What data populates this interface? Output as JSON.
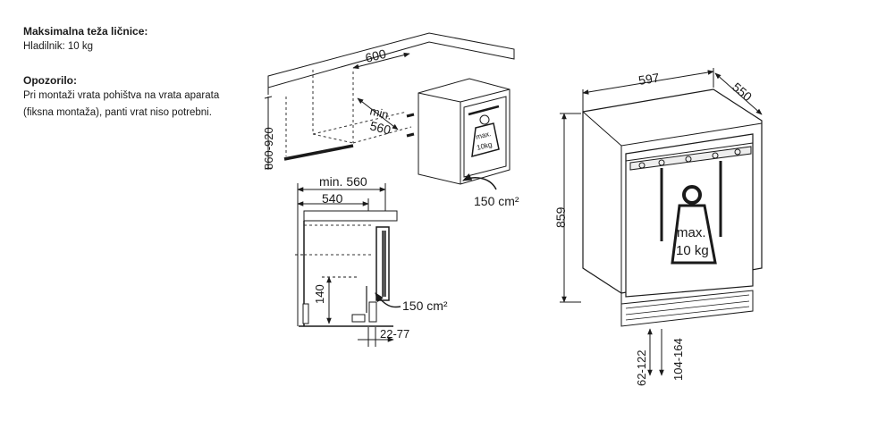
{
  "notes": {
    "max_weight_title": "Maksimalna teža ličnice:",
    "max_weight_value": "Hladilnik: 10 kg",
    "warning_title": "Opozorilo:",
    "warning_text_line1": "Pri montaži vrata pohištva na vrata aparata",
    "warning_text_line2": "(fiksna montaža), panti vrat niso potrebni."
  },
  "diagram_top": {
    "niche_height": "860-920",
    "niche_width": "600",
    "niche_depth_label": "min.",
    "niche_depth_value": "560",
    "weight_label_line1": "max.",
    "weight_label_line2": "10kg",
    "ventilation": "150 cm²"
  },
  "diagram_side": {
    "min_depth": "min. 560",
    "depth": "540",
    "vent_height": "140",
    "ventilation": "150 cm²",
    "plinth_range": "22-77"
  },
  "diagram_right": {
    "width": "597",
    "depth": "550",
    "height": "859",
    "weight_label_line1": "max.",
    "weight_label_line2": "10 kg",
    "plinth_low": "62-122",
    "plinth_high": "104-164"
  },
  "colors": {
    "line": "#1a1a1a",
    "dashed": "#333333"
  }
}
